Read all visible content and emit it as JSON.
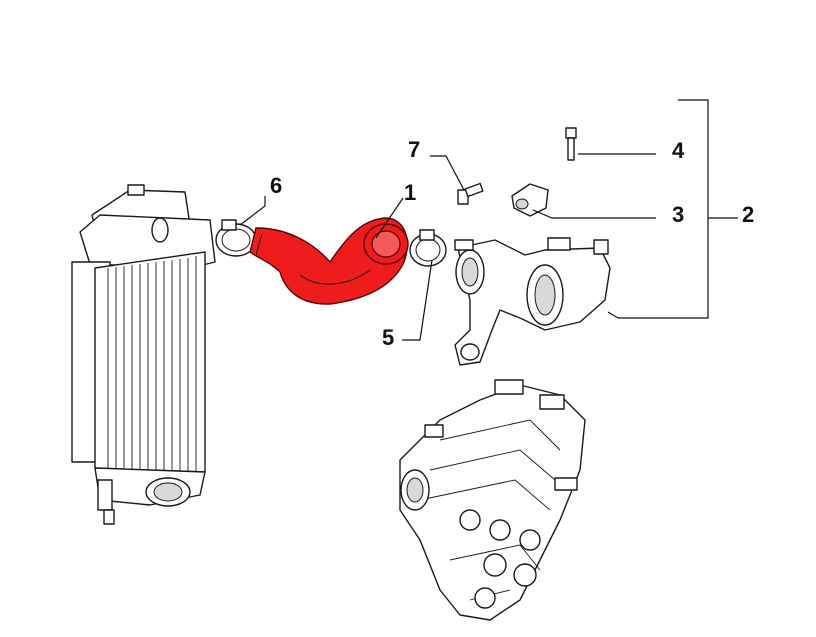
{
  "callouts": {
    "c1": "1",
    "c2": "2",
    "c3": "3",
    "c4": "4",
    "c5": "5",
    "c6": "6",
    "c7": "7"
  },
  "colors": {
    "highlight": "#ee1c1c",
    "line": "#1a1a1a",
    "background": "#ffffff"
  }
}
